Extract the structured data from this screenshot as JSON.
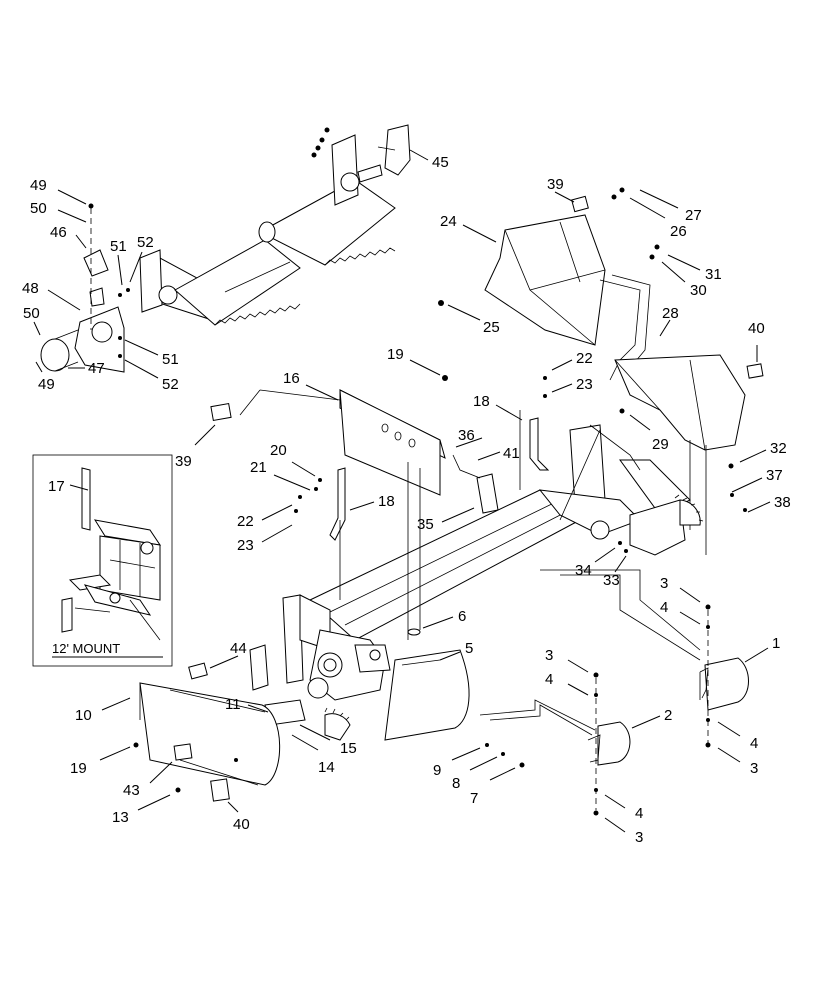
{
  "callouts": {
    "c1": "1",
    "c2": "2",
    "c3a": "3",
    "c3b": "3",
    "c3c": "3",
    "c3d": "3",
    "c4a": "4",
    "c4b": "4",
    "c4c": "4",
    "c4d": "4",
    "c5": "5",
    "c6": "6",
    "c7": "7",
    "c8": "8",
    "c9": "9",
    "c10": "10",
    "c11": "11",
    "c13": "13",
    "c14": "14",
    "c15": "15",
    "c16": "16",
    "c17": "17",
    "c18a": "18",
    "c18b": "18",
    "c19a": "19",
    "c19b": "19",
    "c20": "20",
    "c21": "21",
    "c22a": "22",
    "c22b": "22",
    "c23a": "23",
    "c23b": "23",
    "c24": "24",
    "c25": "25",
    "c26": "26",
    "c27": "27",
    "c28": "28",
    "c29": "29",
    "c30": "30",
    "c31": "31",
    "c32": "32",
    "c33": "33",
    "c34": "34",
    "c35": "35",
    "c36": "36",
    "c37": "37",
    "c38": "38",
    "c39a": "39",
    "c39b": "39",
    "c40a": "40",
    "c40b": "40",
    "c41": "41",
    "c43": "43",
    "c44": "44",
    "c45": "45",
    "c46": "46",
    "c47": "47",
    "c48": "48",
    "c49a": "49",
    "c49b": "49",
    "c50a": "50",
    "c50b": "50",
    "c51a": "51",
    "c51b": "51",
    "c52a": "52",
    "c52b": "52"
  },
  "inset": {
    "label": "12' MOUNT"
  }
}
